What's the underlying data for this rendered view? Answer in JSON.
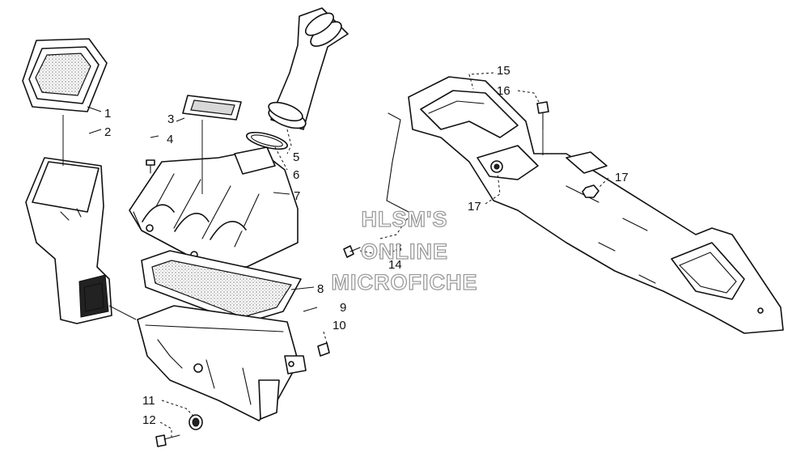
{
  "callouts": {
    "c1": "1",
    "c2": "2",
    "c3": "3",
    "c4": "4",
    "c5": "5",
    "c6": "6",
    "c7": "7",
    "c8": "8",
    "c9": "9",
    "c10": "10",
    "c11": "11",
    "c12": "12",
    "c13": "13",
    "c14": "14",
    "c15": "15",
    "c16": "16",
    "c17a": "17",
    "c17b": "17"
  },
  "watermark": {
    "line1": "HLSM'S",
    "line2": "ONLINE",
    "line3": "MICROFICHE"
  },
  "colors": {
    "line": "#111111",
    "watermark_outline": "#9a9a9a",
    "background": "#ffffff"
  }
}
